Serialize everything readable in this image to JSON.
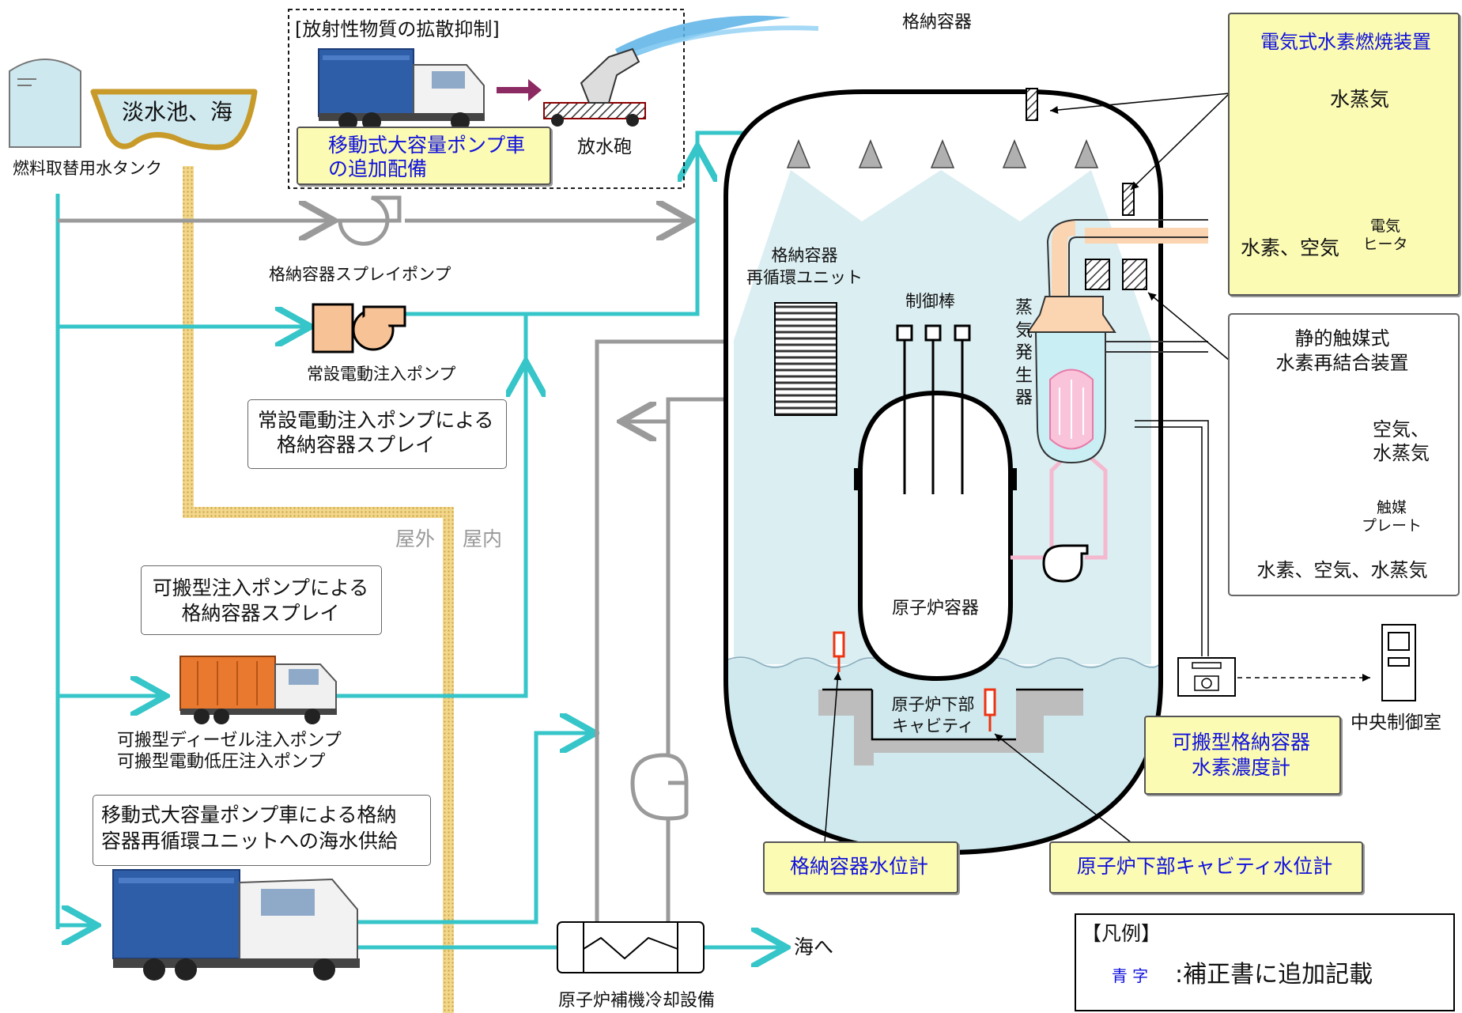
{
  "labels": {
    "fuel_tank": "燃料取替用水タンク",
    "pond": "淡水池、海",
    "diffusion_title": "[放射性物質の拡散抑制]",
    "mobile_pump_add_1": "移動式大容量ポンプ車",
    "mobile_pump_add_2": "の追加配備",
    "water_cannon": "放水砲",
    "cv_spray_pump": "格納容器スプレイポンプ",
    "perm_injection_pump": "常設電動注入ポンプ",
    "perm_spray_note_1": "常設電動注入ポンプによる",
    "perm_spray_note_2": "格納容器スプレイ",
    "outdoor": "屋外",
    "indoor": "屋内",
    "portable_spray_note_1": "可搬型注入ポンプによる",
    "portable_spray_note_2": "格納容器スプレイ",
    "portable_diesel_pump": "可搬型ディーゼル注入ポンプ",
    "portable_electric_pump": "可搬型電動低圧注入ポンプ",
    "seawater_note_1": "移動式大容量ポンプ車による格納",
    "seawater_note_2": "容器再循環ユニットへの海水供給",
    "aux_cooling": "原子炉補機冷却設備",
    "to_sea": "海へ",
    "containment": "格納容器",
    "recirc_unit_1": "格納容器",
    "recirc_unit_2": "再循環ユニット",
    "control_rod": "制御棒",
    "steam_generator": "蒸気発生器",
    "reactor_vessel": "原子炉容器",
    "cavity_1": "原子炉下部",
    "cavity_2": "キャビティ",
    "cv_level_meter": "格納容器水位計",
    "cavity_level_meter": "原子炉下部キャビティ水位計",
    "igniter_title": "電気式水素燃焼装置",
    "steam": "水蒸気",
    "hydrogen_air": "水素、空気",
    "heater_1": "電気",
    "heater_2": "ヒータ",
    "par_title_1": "静的触媒式",
    "par_title_2": "水素再結合装置",
    "air_steam_1": "空気、",
    "air_steam_2": "水蒸気",
    "catalyst_1": "触媒",
    "catalyst_2": "プレート",
    "hydrogen_air_steam": "水素、空気、水蒸気",
    "h2_meter_1": "可搬型格納容器",
    "h2_meter_2": "水素濃度計",
    "control_room": "中央制御室",
    "legend_title": "【凡例】",
    "legend_sample": "青 字",
    "legend_text": ":補正書に追加記載"
  },
  "colors": {
    "teal": "#36c5c8",
    "gray_pipe": "#9a9a9a",
    "water": "#cfe9ee",
    "highlight_box": "#fbfbb4",
    "blue_text": "#1010dd",
    "boundary": "#e8c77a"
  }
}
